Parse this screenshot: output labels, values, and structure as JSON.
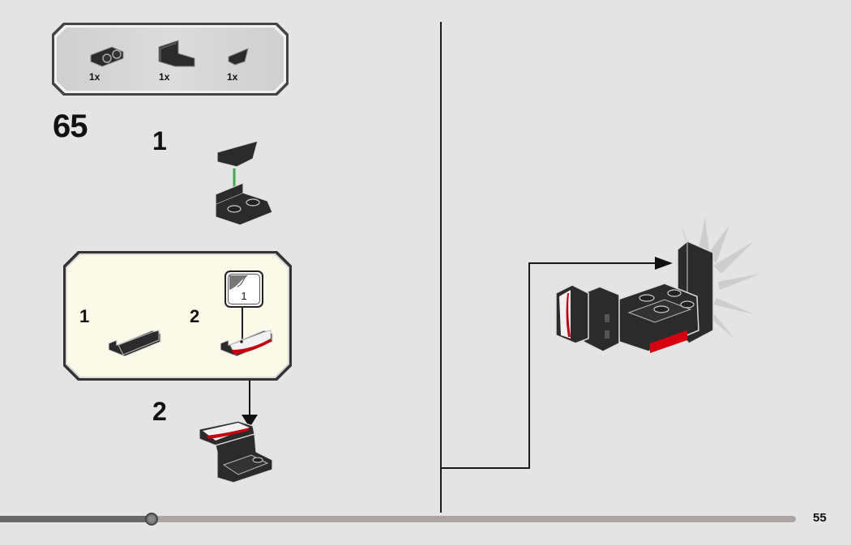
{
  "page": {
    "page_number": "55",
    "progress_percent": 19
  },
  "parts_list": {
    "items": [
      {
        "name": "bracket-plate-1x2",
        "quantity": "1x"
      },
      {
        "name": "panel-1x2x1",
        "quantity": "1x"
      },
      {
        "name": "wedge-tile",
        "quantity": "1x"
      }
    ]
  },
  "step": {
    "number": "65",
    "sub_steps": [
      {
        "label": "1"
      },
      {
        "label": "2"
      }
    ],
    "sub_assembly": {
      "items": [
        {
          "label": "1"
        },
        {
          "label": "2"
        }
      ],
      "sticker_label": "1"
    }
  },
  "colors": {
    "background": "#e4e4e4",
    "sub_assembly_bg": "#fbf9e8",
    "brick_dark": "#2b2b2b",
    "accent_red": "#d7000f",
    "arrow_green": "#3dae49",
    "progress_track": "#aba5a3",
    "progress_fill": "#6a6866"
  }
}
